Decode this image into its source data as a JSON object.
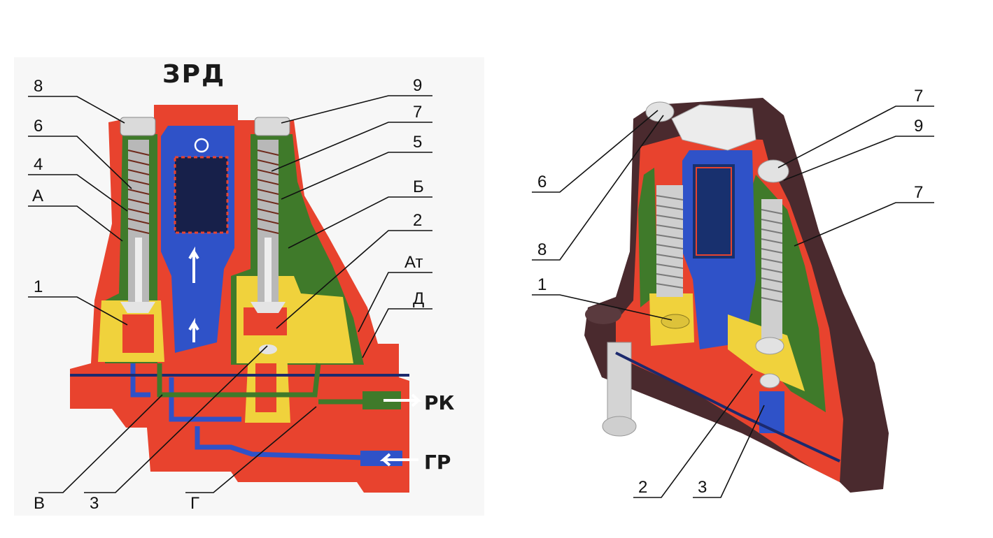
{
  "title": "ЗРД",
  "left_view": {
    "labels": {
      "l8": "8",
      "l6": "6",
      "l4": "4",
      "lA": "А",
      "l1": "1",
      "l9": "9",
      "l7": "7",
      "l5": "5",
      "lB": "Б",
      "l2": "2",
      "lAt": "Ат",
      "lD": "Д",
      "lV": "В",
      "l3": "3",
      "lG": "Г"
    },
    "ports": {
      "rk": "РК",
      "gr": "ГР"
    }
  },
  "right_view": {
    "labels": {
      "l6": "6",
      "l8": "8",
      "l1": "1",
      "l7a": "7",
      "l9": "9",
      "l7b": "7",
      "l2": "2",
      "l3": "3"
    }
  },
  "colors": {
    "body": "#e8432e",
    "channel_green": "#3f7a2a",
    "chamber_yellow": "#f0d23c",
    "fluid_blue": "#2f52c8",
    "dark_blue": "#1c2a6e",
    "metal": "#d9d9d9",
    "shell": "#4a2a2e"
  }
}
